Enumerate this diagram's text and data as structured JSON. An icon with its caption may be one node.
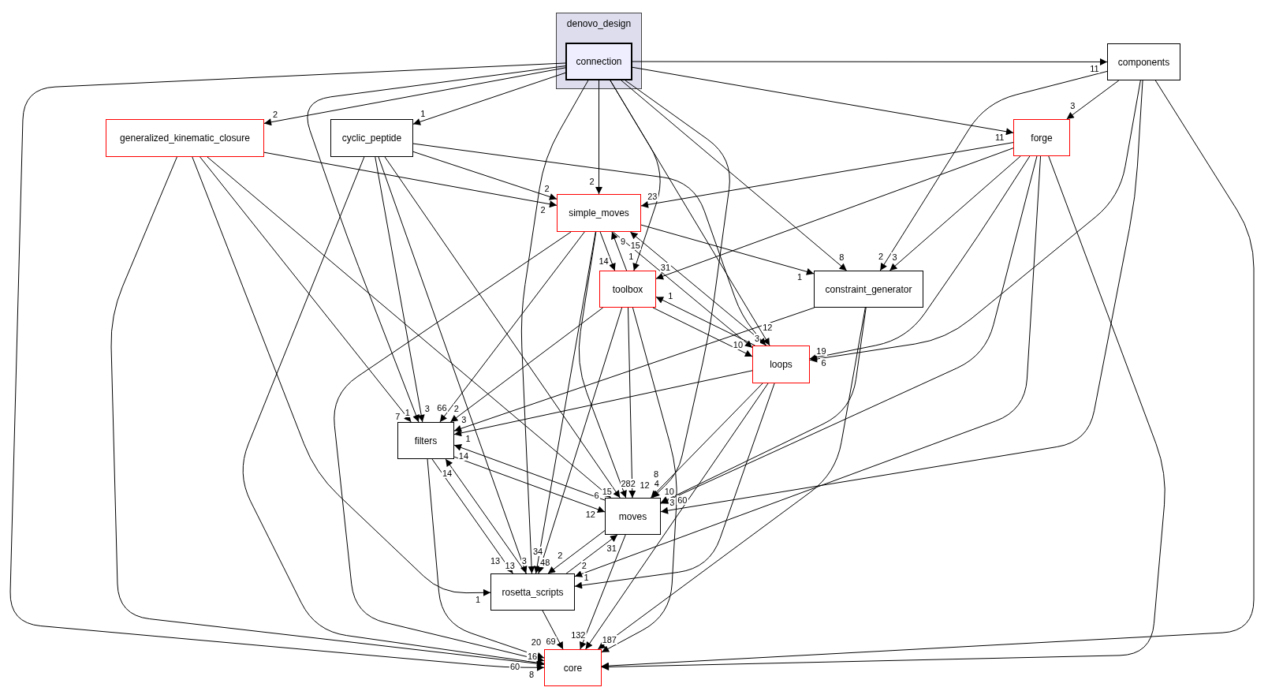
{
  "diagram": {
    "nodes": [
      {
        "text": [
          "denovo_design"
        ]
      },
      {
        "text": [
          "connection"
        ],
        "in": 0
      },
      {
        "text": [
          "components"
        ]
      },
      {
        "text": [
          "generalized_kinematic_closure"
        ]
      },
      {
        "text": [
          "cyclic_peptide"
        ]
      },
      {
        "text": [
          "forge"
        ]
      },
      {
        "text": [
          "simple_moves"
        ]
      },
      {
        "text": [
          "toolbox"
        ]
      },
      {
        "text": [
          "constraint_generator"
        ]
      },
      {
        "text": [
          "loops"
        ]
      },
      {
        "text": [
          "filters"
        ]
      },
      {
        "text": [
          "moves"
        ]
      },
      {
        "text": [
          "rosetta_scripts"
        ]
      },
      {
        "text": [
          "core"
        ]
      }
    ],
    "edges": [
      {
        "from": 1,
        "to": 2,
        "arrow": "to",
        "label": "11"
      },
      {
        "from": 1,
        "to": 3,
        "arrow": "to",
        "label": "2"
      },
      {
        "from": 1,
        "to": 4,
        "arrow": "to",
        "label": "1"
      },
      {
        "from": 1,
        "to": 5,
        "arrow": "to",
        "label": "11"
      },
      {
        "from": 1,
        "to": 6,
        "arrow": "to",
        "label": "2"
      },
      {
        "from": 1,
        "to": 7,
        "arrow": "to",
        "label": "1"
      },
      {
        "from": 1,
        "to": 8,
        "arrow": "to",
        "label": "8"
      },
      {
        "from": 1,
        "to": 9,
        "arrow": "to",
        "label": "3"
      },
      {
        "from": 1,
        "to": 10,
        "arrow": "to",
        "label": "1"
      },
      {
        "from": 1,
        "to": 11,
        "arrow": "to",
        "label": "4"
      },
      {
        "from": 1,
        "to": 12,
        "arrow": "to",
        "label": "3"
      },
      {
        "from": 1,
        "to": 13,
        "arrow": "to",
        "label": "8"
      },
      {
        "from": 2,
        "to": 5,
        "arrow": "to",
        "label": "3"
      },
      {
        "from": 2,
        "to": 8,
        "arrow": "to",
        "label": "2"
      },
      {
        "from": 2,
        "to": 9,
        "arrow": "to",
        "label": "19"
      },
      {
        "from": 2,
        "to": 11,
        "arrow": "to",
        "label": "3"
      },
      {
        "from": 2,
        "to": 13,
        "arrow": "to"
      },
      {
        "from": 3,
        "to": 6,
        "arrow": "to",
        "label": "2"
      },
      {
        "from": 3,
        "to": 10,
        "arrow": "to",
        "label": "7"
      },
      {
        "from": 3,
        "to": 11,
        "arrow": "to",
        "label": "6"
      },
      {
        "from": 3,
        "to": 12,
        "arrow": "to",
        "label": "1"
      },
      {
        "from": 3,
        "to": 13,
        "arrow": "to",
        "label": "16"
      },
      {
        "from": 4,
        "to": 6,
        "arrow": "to",
        "label": "2"
      },
      {
        "from": 4,
        "to": 9,
        "arrow": "to",
        "label": "12"
      },
      {
        "from": 4,
        "to": 10,
        "arrow": "to",
        "label": "3"
      },
      {
        "from": 4,
        "to": 11,
        "arrow": "to",
        "label": "15"
      },
      {
        "from": 4,
        "to": 12,
        "arrow": "to",
        "label": "13"
      },
      {
        "from": 4,
        "to": 13,
        "arrow": "to",
        "label": "60"
      },
      {
        "from": 5,
        "to": 6,
        "arrow": "to",
        "label": "23"
      },
      {
        "from": 5,
        "to": 7,
        "arrow": "to",
        "label": "31"
      },
      {
        "from": 5,
        "to": 8,
        "arrow": "to",
        "label": "3"
      },
      {
        "from": 5,
        "to": 9,
        "arrow": "to",
        "label": "6"
      },
      {
        "from": 5,
        "to": 11,
        "arrow": "to",
        "label": "10"
      },
      {
        "from": 5,
        "to": 12,
        "arrow": "to",
        "label": "2"
      },
      {
        "from": 5,
        "to": 13,
        "arrow": "to"
      },
      {
        "from": 6,
        "to": 7,
        "arrow": "to",
        "label": "14"
      },
      {
        "from": 6,
        "to": 8,
        "arrow": "to",
        "label": "1"
      },
      {
        "from": 6,
        "to": 9,
        "arrow": "to",
        "label": "10"
      },
      {
        "from": 6,
        "to": 10,
        "arrow": "to",
        "label": "66"
      },
      {
        "from": 6,
        "to": 11,
        "arrow": "to",
        "label": "282"
      },
      {
        "from": 6,
        "to": 12,
        "arrow": "to",
        "label": "48"
      },
      {
        "from": 6,
        "to": 13,
        "arrow": "to"
      },
      {
        "from": 7,
        "to": 6,
        "arrow": "to",
        "label": "9"
      },
      {
        "from": 7,
        "to": 9,
        "arrow": "to"
      },
      {
        "from": 7,
        "to": 10,
        "arrow": "to",
        "label": "2"
      },
      {
        "from": 7,
        "to": 11,
        "arrow": "to",
        "label": "12"
      },
      {
        "from": 7,
        "to": 12,
        "arrow": "to",
        "label": "34"
      },
      {
        "from": 7,
        "to": 13,
        "arrow": "to",
        "label": "187"
      },
      {
        "from": 8,
        "to": 10,
        "arrow": "to",
        "label": "3"
      },
      {
        "from": 8,
        "to": 11,
        "arrow": "to",
        "label": "60"
      },
      {
        "from": 8,
        "to": 13,
        "arrow": "to"
      },
      {
        "from": 9,
        "to": 6,
        "arrow": "to",
        "label": "15"
      },
      {
        "from": 9,
        "to": 7,
        "arrow": "to",
        "label": "1"
      },
      {
        "from": 9,
        "to": 10,
        "arrow": "to",
        "label": "1"
      },
      {
        "from": 9,
        "to": 11,
        "arrow": "to",
        "label": "8"
      },
      {
        "from": 9,
        "to": 12,
        "arrow": "to",
        "label": "1"
      },
      {
        "from": 9,
        "to": 13,
        "arrow": "to"
      },
      {
        "from": 10,
        "to": 11,
        "arrow": "to",
        "label": "12"
      },
      {
        "from": 10,
        "to": 12,
        "arrow": "to",
        "label": "13"
      },
      {
        "from": 10,
        "to": 13,
        "arrow": "to",
        "label": "20"
      },
      {
        "from": 11,
        "to": 10,
        "arrow": "to",
        "label": "14"
      },
      {
        "from": 11,
        "to": 12,
        "arrow": "to",
        "label": "2"
      },
      {
        "from": 11,
        "to": 13,
        "arrow": "to",
        "label": "132"
      },
      {
        "from": 12,
        "to": 10,
        "arrow": "to",
        "label": "14"
      },
      {
        "from": 12,
        "to": 11,
        "arrow": "to",
        "label": "31"
      },
      {
        "from": 12,
        "to": 13,
        "arrow": "to",
        "label": "69"
      }
    ]
  }
}
